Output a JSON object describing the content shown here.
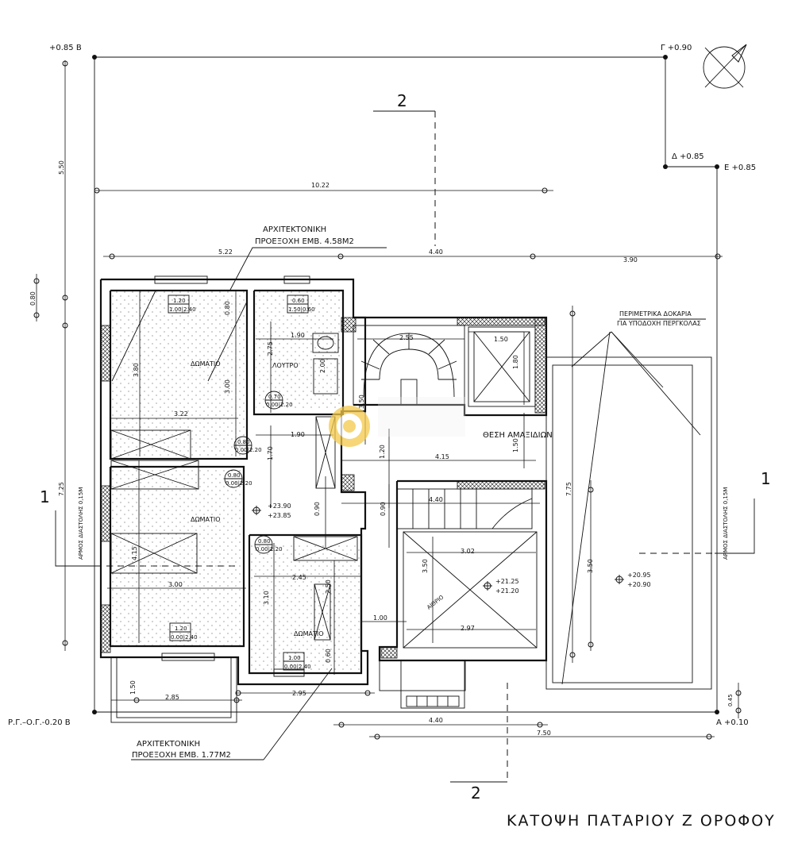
{
  "plan": {
    "title": "ΚΑΤΟΨΗ ΠΑΤΑΡΙΟΥ Ζ ΟΡΟΦΟΥ",
    "corner_labels": {
      "b": "+0.85 B",
      "g": "Γ +0.90",
      "d": "Δ +0.85",
      "e": "E +0.85",
      "a": "A +0.10",
      "rg": "Ρ.Γ.–Ο.Γ.-0.20 B"
    },
    "section_labels": {
      "s2_top": "2",
      "s2_bottom": "2",
      "s1_left": "1",
      "s1_right": "1"
    },
    "rooms": {
      "room1": "ΔΩΜΑΤΙΟ",
      "room2": "ΔΩΜΑΤΙΟ",
      "room3": "ΔΩΜΑΤΙΟ",
      "bath": "ΛΟΥΤΡΟ",
      "parking": "ΘΕΣΗ ΑΜΑΞΙΔΙΩΝ",
      "atrium": "ΑΙΘΡΙΟ"
    },
    "annotations": {
      "proj_top_l1": "ΑΡΧΙΤΕΚΤΟΝΙΚΗ",
      "proj_top_l2": "ΠΡΟΕΞΟΧΗ ΕΜΒ. 4.58Μ2",
      "proj_bot_l1": "ΑΡΧΙΤΕΚΤΟΝΙΚΗ",
      "proj_bot_l2": "ΠΡΟΕΞΟΧΗ ΕΜΒ. 1.77Μ2",
      "beam_l1": "ΠΕΡΙΜΕΤΡΙΚΑ ΔΟΚΑΡΙΑ",
      "beam_l2": "ΓΙΑ ΥΠΟΔΟΧΗ ΠΕΡΓΚΟΛΑΣ",
      "joint_left": "ΑΡΜΟΣ ΔΙΑΣΤΟΛΗΣ 0,15Μ",
      "joint_right": "ΑΡΜΟΣ ΔΙΑΣΤΟΛΗΣ 0,15Μ"
    },
    "levels": {
      "l1a": "+23.90",
      "l1b": "+23.85",
      "l2a": "+21.25",
      "l2b": "+21.20",
      "l3a": "+20.95",
      "l3b": "+20.90"
    },
    "dimensions": {
      "d1022": "10.22",
      "d522": "5.22",
      "d440a": "4.40",
      "d390": "3.90",
      "d550": "5.50",
      "d080": "0.80",
      "d725": "7.25",
      "d775": "7.75",
      "d380": "3.80",
      "d300a": "3.00",
      "d322": "3.22",
      "d080b": "0.80",
      "d190a": "1.90",
      "d275": "2.75",
      "d200": "2.00",
      "d255": "2.55",
      "d150a": "1.50",
      "d180": "1.80",
      "d350a": "3.50",
      "d190b": "1.90",
      "d170": "1.70",
      "d120": "1.20",
      "d415a": "4.15",
      "d150b": "1.50",
      "d440b": "4.40",
      "d090a": "0.90",
      "d090b": "0.90",
      "d302": "3.02",
      "d350b": "3.50",
      "d350c": "3.50",
      "d415b": "4.15",
      "d300b": "3.00",
      "d245": "2.45",
      "d310": "3.10",
      "d250": "2.50",
      "d100": "1.00",
      "d297": "2.97",
      "d060": "0.60",
      "d150c": "1.50",
      "d285": "2.85",
      "d295": "2.95",
      "d440c": "4.40",
      "d750": "7.50",
      "d045": "0.45"
    },
    "windows": {
      "w1a": "1.20",
      "w1b": "1.00|2.40",
      "w2a": "0.60",
      "w2b": "1.50|0.60",
      "w3a": "1.20",
      "w3b": "0.00|2.40",
      "w4a": "1.00",
      "w4b": "0.00|2.40"
    },
    "doors": {
      "d1": "0.70",
      "d1b": "0.00|2.20",
      "d2": "0.80",
      "d2b": "0.00|2.20",
      "d3": "0.80",
      "d3b": "0.00|2.20",
      "d4": "0.80",
      "d4b": "0.00|2.20"
    }
  }
}
